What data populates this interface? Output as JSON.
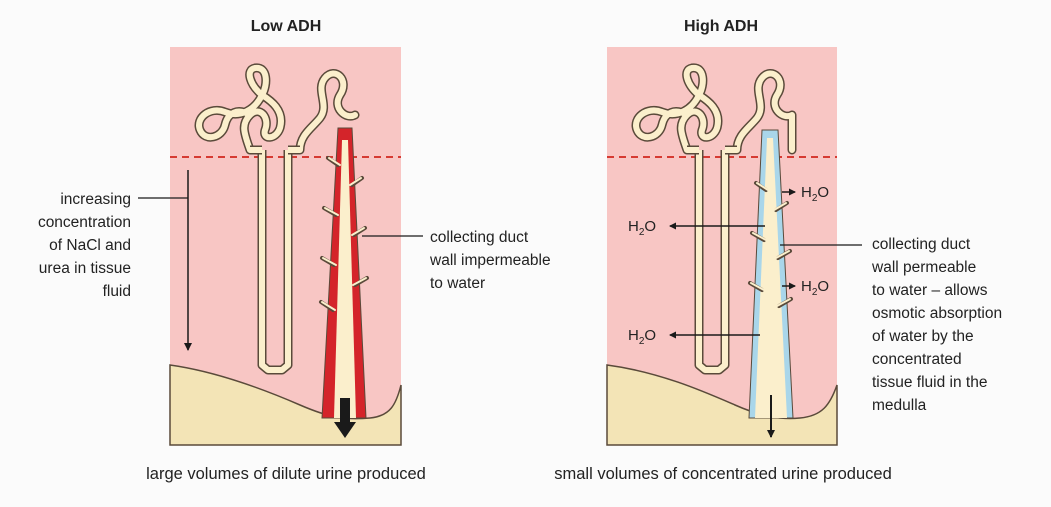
{
  "diagram": {
    "low_adh": {
      "title": "Low ADH",
      "left_label_lines": [
        "increasing",
        "concentration",
        "of NaCl and",
        "urea in tissue",
        "fluid"
      ],
      "duct_label_lines": [
        "collecting duct",
        "wall impermeable",
        "to water"
      ],
      "caption": "large volumes of dilute urine produced"
    },
    "high_adh": {
      "title": "High ADH",
      "duct_label_lines": [
        "collecting duct",
        "wall permeable",
        "to water – allows",
        "osmotic absorption",
        "of water by the",
        "concentrated",
        "tissue fluid in the",
        "medulla"
      ],
      "caption": "small volumes of concentrated urine produced",
      "water_labels": [
        {
          "main": "H",
          "sub": "2",
          "tail": "O"
        },
        {
          "main": "H",
          "sub": "2",
          "tail": "O"
        },
        {
          "main": "H",
          "sub": "2",
          "tail": "O"
        },
        {
          "main": "H",
          "sub": "2",
          "tail": "O"
        }
      ]
    },
    "colors": {
      "tissue_pink": "#f8c6c4",
      "medulla_sand": "#f3e4b6",
      "tubule_fill": "#fbefcc",
      "outline": "#5a4a3a",
      "impermeable_wall": "#d4242a",
      "permeable_wall": "#a9d6ea",
      "dashed_line": "#d63a32",
      "arrow": "#1a1a1a"
    }
  }
}
